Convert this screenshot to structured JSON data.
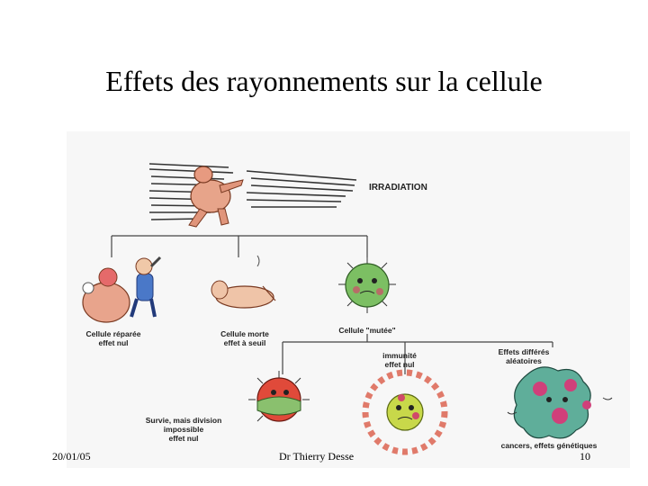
{
  "slide": {
    "title": "Effets des rayonnements sur la cellule",
    "date": "20/01/05",
    "author": "Dr Thierry Desse",
    "page_number": "10"
  },
  "diagram": {
    "irradiation": "IRRADIATION",
    "repaired": {
      "line1": "Cellule réparée",
      "line2": "effet nul"
    },
    "dead": {
      "line1": "Cellule morte",
      "line2": "effet à seuil"
    },
    "mutated": "Cellule \"mutée\"",
    "immunity": {
      "line1": "immunité",
      "line2": "effet nul"
    },
    "delayed": {
      "line1": "Effets différés",
      "line2": "aléatoires"
    },
    "survival": {
      "line1": "Survie, mais division",
      "line2": "impossible",
      "line3": "effet nul"
    },
    "cancers": "cancers, effets génétiques"
  }
}
